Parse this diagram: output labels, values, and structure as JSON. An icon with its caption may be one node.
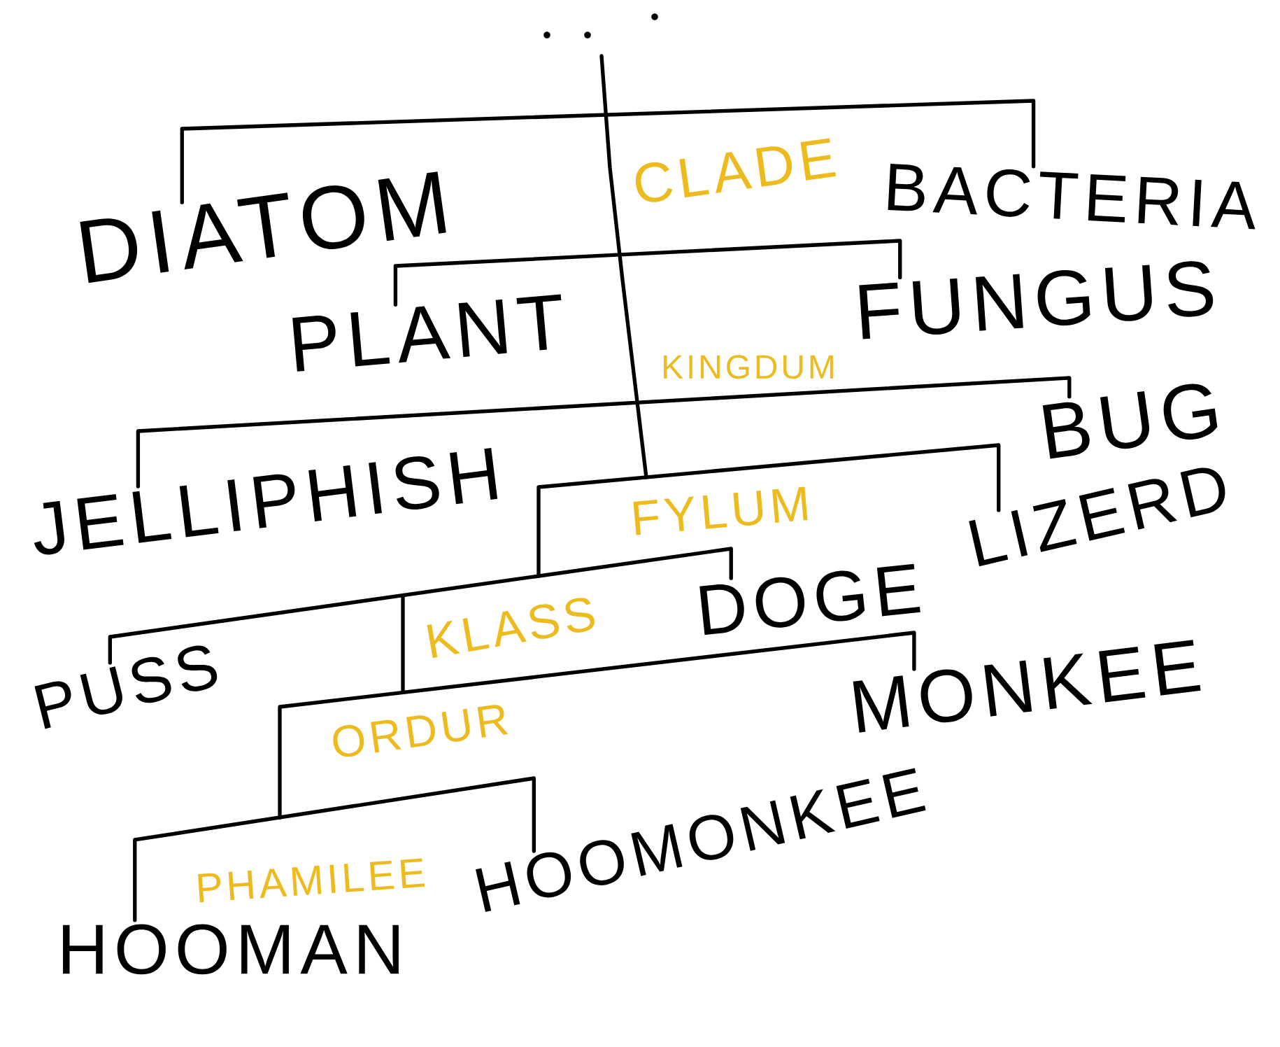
{
  "diagram": {
    "nodes": [
      {
        "text": [
          "DIATOM"
        ]
      },
      {
        "text": [
          "BACTERIA"
        ]
      },
      {
        "text": [
          "PLANT"
        ]
      },
      {
        "text": [
          "FUNGUS"
        ]
      },
      {
        "text": [
          "JELLIPHISH"
        ]
      },
      {
        "text": [
          "BUG"
        ]
      },
      {
        "text": [
          "LIZERD"
        ]
      },
      {
        "text": [
          "PUSS"
        ]
      },
      {
        "text": [
          "DOGE"
        ]
      },
      {
        "text": [
          "MONKEE"
        ]
      },
      {
        "text": [
          "HOOMAN"
        ]
      },
      {
        "text": [
          "HOOMONKEE"
        ]
      }
    ],
    "edges": [
      {
        "from": 0,
        "to": 1,
        "arrow": "none"
      },
      {
        "from": 2,
        "to": 3,
        "arrow": "none"
      },
      {
        "from": 4,
        "to": 5,
        "arrow": "none"
      },
      {
        "from": null,
        "to": 6,
        "arrow": "none"
      },
      {
        "from": 7,
        "to": 8,
        "arrow": "none"
      },
      {
        "from": null,
        "to": 9,
        "arrow": "none"
      },
      {
        "from": 10,
        "to": 11,
        "arrow": "none"
      }
    ],
    "labels": [
      "CLADE",
      "KINGDUM",
      "FYLUM",
      "KLASS",
      "ORDUR",
      "PHAMILEE"
    ]
  }
}
